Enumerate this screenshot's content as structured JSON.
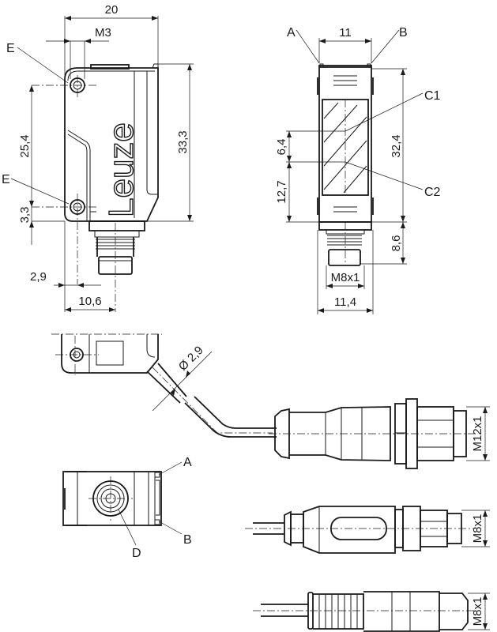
{
  "drawing": {
    "title": "Leuze sensor dimensional drawing",
    "units": "mm",
    "brand_logo": "Leuze",
    "side_view": {
      "dimensions": {
        "width_total": "20",
        "thread": "M3",
        "hole_spacing": "25,4",
        "height": "33,3",
        "hole_offset_bottom": "3,3",
        "hole_offset_side": "2,9",
        "connector_offset": "10,6"
      },
      "labels": {
        "mounting_hole_top": "E",
        "mounting_hole_bottom": "E"
      }
    },
    "front_view": {
      "dimensions": {
        "width_top": "11",
        "height": "32,4",
        "optical_axis_c1": "6,4",
        "optical_axis_c2": "12,7",
        "connector_length": "8,6",
        "connector_thread": "M8x1",
        "width_bottom": "11,4"
      },
      "labels": {
        "a": "A",
        "b": "B",
        "c1": "C1",
        "c2": "C2"
      }
    },
    "cable_view": {
      "dimensions": {
        "cable_diameter": "Ø 2,9"
      },
      "connectors": [
        {
          "name": "m12-connector",
          "thread": "M12x1"
        },
        {
          "name": "m8-connector-pigtail",
          "thread": "M8x1"
        },
        {
          "name": "m8-connector-snap",
          "thread": "M8x1"
        }
      ]
    },
    "bottom_view": {
      "labels": {
        "a": "A",
        "b": "B",
        "d": "D"
      }
    }
  }
}
